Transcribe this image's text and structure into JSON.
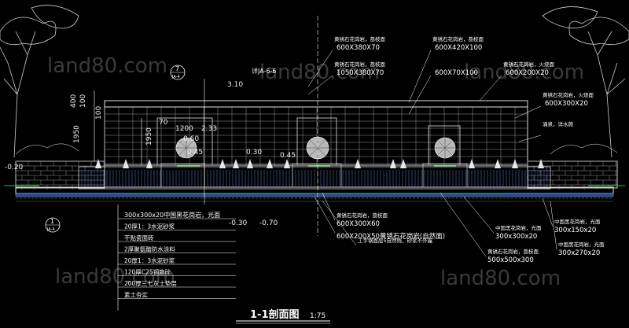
{
  "drawing": {
    "title": "1-1剖面图",
    "scale": "1:75",
    "watermark": "land80.com",
    "detail_ref": "详JA-6-6",
    "section_symbol": {
      "number": "7",
      "sheet": "JA-4"
    },
    "section_symbol_bottom": {
      "number": "1",
      "sheet": "JA-4"
    }
  },
  "dimensions": {
    "left_vertical": [
      "400",
      "100",
      "1950"
    ],
    "mid_vertical": [
      "1950",
      "100"
    ],
    "horizontal_top": "1200",
    "misc": [
      "3.10",
      "2.33",
      "0.60",
      "0.45",
      "0.30",
      "0.45",
      "-0.20",
      "-0.30",
      "-0.70",
      "70"
    ]
  },
  "callouts_top": [
    {
      "name": "黄锈石花岗岩，荔枝面",
      "size": "600X380X70"
    },
    {
      "name": "黄锈石花岗岩，荔枝面",
      "size": "1050X380X70"
    },
    {
      "name": "黄锈石花岗岩，荔枝面",
      "size": "600X420X100"
    },
    {
      "name": "",
      "size": "600X70X100"
    },
    {
      "name": "黄锈石花岗岩，火烧面",
      "size": "600X200X20"
    },
    {
      "name": "黄锈石花岗岩，火烧面",
      "size": "600X300X20"
    },
    {
      "name": "涌泉，详水施",
      "size": ""
    }
  ],
  "layers_left": [
    "300x300x20中国黑花岗岩，光面",
    "20厚1：3水泥砂浆",
    "干贴瓷面砖",
    "2厚聚氨酯防水涂料",
    "20厚1：3水泥砂浆",
    "120厚C25钢筋砼",
    "200厚三七灰土垫层",
    "素土夯实"
  ],
  "callouts_bottom": [
    {
      "name": "黄锈石花岗岩，荔枝面",
      "size": "600X300X60"
    },
    {
      "name": "",
      "size": "600X200X50黄锈石花岗岩(自然面)"
    },
    {
      "name": "工字钢面层5自然线，砂浆不外露",
      "size": ""
    },
    {
      "name": "中国黑花岗岩，光面",
      "size": "300x300x20"
    },
    {
      "name": "黄锈石花岗岩，荔枝面",
      "size": "500x500x300"
    },
    {
      "name": "中国黑花岗岩，光面",
      "size": "300x150x20"
    },
    {
      "name": "中国黑花岗岩，光面",
      "size": "300x270x20"
    }
  ]
}
